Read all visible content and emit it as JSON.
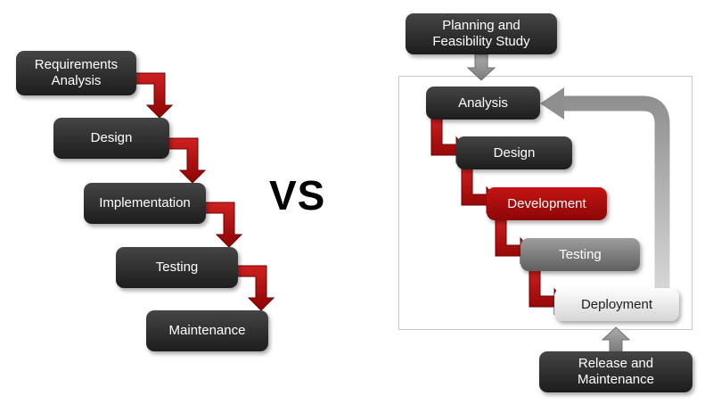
{
  "diagram": {
    "vs_label": "VS",
    "waterfall": {
      "steps": [
        {
          "label": "Requirements Analysis"
        },
        {
          "label": "Design"
        },
        {
          "label": "Implementation"
        },
        {
          "label": "Testing"
        },
        {
          "label": "Maintenance"
        }
      ]
    },
    "sdlc": {
      "planning_label": "Planning and Feasibility Study",
      "release_label": "Release and Maintenance",
      "steps": [
        {
          "label": "Analysis"
        },
        {
          "label": "Design"
        },
        {
          "label": "Development"
        },
        {
          "label": "Testing"
        },
        {
          "label": "Deployment"
        }
      ]
    },
    "colors": {
      "dark_box": "#2e2e2e",
      "red_box": "#b30e0e",
      "gray_box": "#7d7d7d",
      "light_box": "#ececec",
      "red_arrow": "#a60b0b",
      "gray_arrow": "#8f8f8f",
      "frame_border": "#c9c9c9"
    }
  }
}
